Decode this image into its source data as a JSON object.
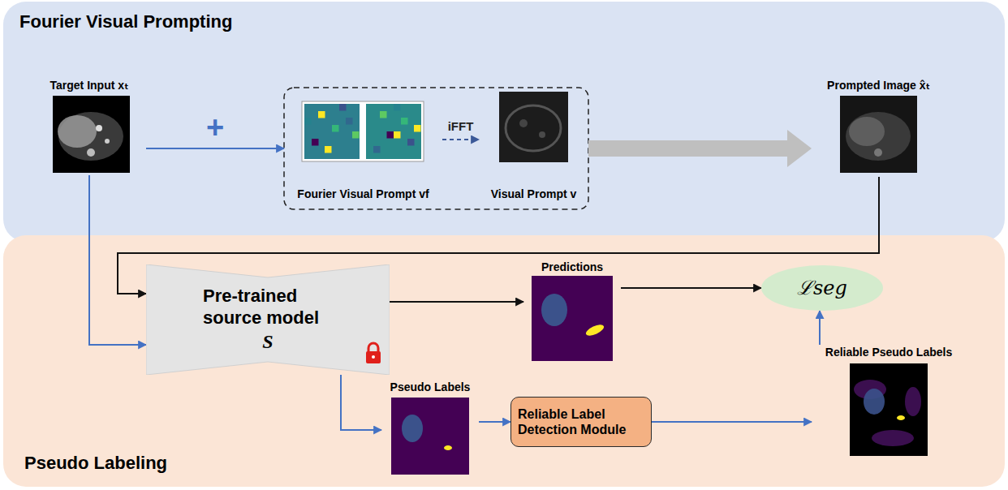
{
  "diagram": {
    "nodes": [
      {
        "text": [
          "Fourier Visual Prompting"
        ]
      },
      {
        "text": [
          "Target Input xₜ"
        ],
        "in": 0
      },
      {
        "text": [
          "Fourier Visual Prompt vf"
        ],
        "in": 0
      },
      {
        "text": [
          "Visual Prompt v"
        ],
        "in": 0
      },
      {
        "text": [
          "Prompted Image x̂ₜ"
        ],
        "in": 0
      },
      {
        "text": [
          "Pseudo Labeling"
        ]
      },
      {
        "text": [
          "Pre-trained source model",
          "S"
        ],
        "in": 5
      },
      {
        "text": [
          "Predictions"
        ],
        "in": 5
      },
      {
        "text": [
          "ℒseg"
        ],
        "in": 5
      },
      {
        "text": [
          "Pseudo Labels"
        ],
        "in": 5
      },
      {
        "text": [
          "Reliable Label Detection Module"
        ],
        "in": 5
      },
      {
        "text": [
          "Reliable Pseudo Labels"
        ],
        "in": 5
      }
    ],
    "edges": [
      {
        "from": 1,
        "to": 2,
        "arrow": "to",
        "label": "+"
      },
      {
        "from": 2,
        "to": 3,
        "arrow": "to",
        "label": "iFFT"
      },
      {
        "from": 3,
        "to": 4,
        "arrow": "to"
      },
      {
        "from": 4,
        "to": 6,
        "arrow": "to"
      },
      {
        "from": 1,
        "to": 6,
        "arrow": "to"
      },
      {
        "from": 6,
        "to": 7,
        "arrow": "to"
      },
      {
        "from": 7,
        "to": 8,
        "arrow": "to"
      },
      {
        "from": 6,
        "to": 9,
        "arrow": "to"
      },
      {
        "from": 9,
        "to": 10,
        "arrow": "to"
      },
      {
        "from": 10,
        "to": 11,
        "arrow": "to"
      },
      {
        "from": 11,
        "to": 8,
        "arrow": "to"
      }
    ]
  }
}
